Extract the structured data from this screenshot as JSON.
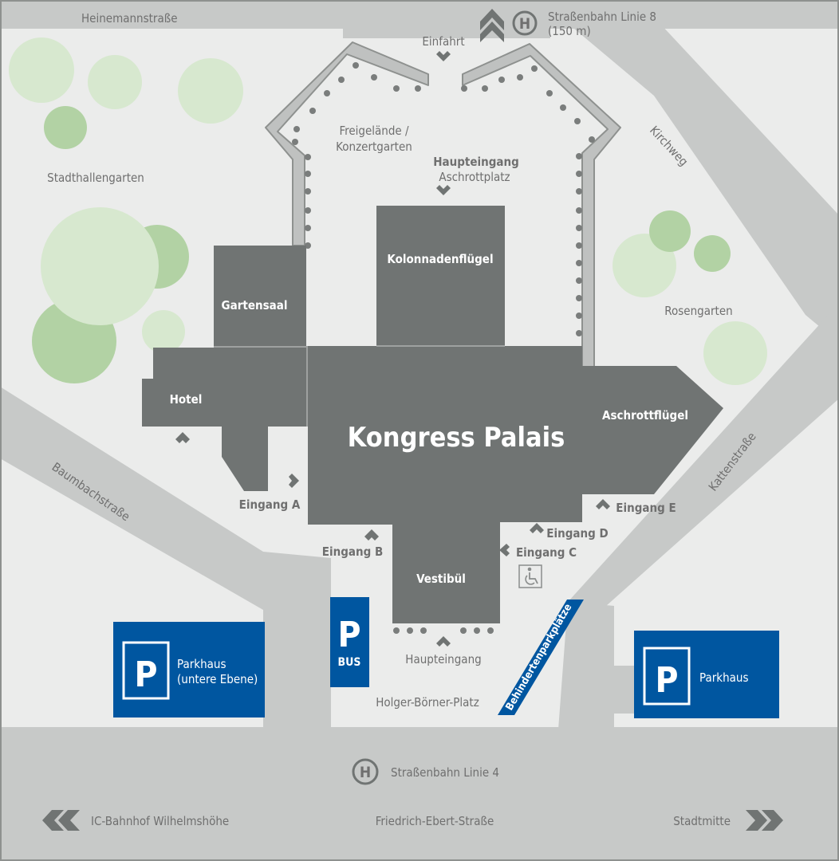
{
  "colors": {
    "background": "#ebeceb",
    "road": "#c7c9c8",
    "building": "#707473",
    "tree_light": "#d7e8cf",
    "tree_dark": "#b2d2a4",
    "parking": "#0056a0",
    "text": "#6f6f6f",
    "wall": "#bfc1c0",
    "wall_edge": "#8e918f"
  },
  "streets": {
    "heinemann": "Heinemannstraße",
    "kirchweg": "Kirchweg",
    "baumbach": "Baumbachstraße",
    "katten": "Kattenstraße",
    "friedrich": "Friedrich-Ebert-Straße"
  },
  "tram_top": {
    "symbol": "H",
    "line1": "Straßenbahn Linie 8",
    "line2": "(150 m)"
  },
  "tram_bottom": {
    "symbol": "H",
    "label": "Straßenbahn Linie 4"
  },
  "directions": {
    "left": "IC-Bahnhof Wilhelmshöhe",
    "right": "Stadtmitte"
  },
  "areas": {
    "einfahrt": "Einfahrt",
    "freigelaende_1": "Freigelände /",
    "freigelaende_2": "Konzertgarten",
    "haupteingang_top": "Haupteingang",
    "aschrottplatz": "Aschrottplatz",
    "stadthallengarten": "Stadthallengarten",
    "rosengarten": "Rosengarten",
    "holger": "Holger-Börner-Platz",
    "haupteingang_bottom": "Haupteingang"
  },
  "buildings": {
    "kolonnaden": "Kolonnadenflügel",
    "gartensaal": "Gartensaal",
    "hotel": "Hotel",
    "main": "Kongress Palais",
    "aschrott": "Aschrottflügel",
    "vestibuel": "Vestibül"
  },
  "entrances": {
    "a": "Eingang A",
    "b": "Eingang B",
    "c": "Eingang C",
    "d": "Eingang D",
    "e": "Eingang E"
  },
  "parking": {
    "symbol": "P",
    "left_1": "Parkhaus",
    "left_2": "(untere Ebene)",
    "bus": "BUS",
    "right": "Parkhaus",
    "disabled": "Behindertenparkplätze"
  },
  "icons": {
    "tram_top": "tram-stop-icon",
    "tram_bottom": "tram-stop-icon",
    "wheelchair": "wheelchair-icon",
    "arrow_left": "double-chevron-left-icon",
    "arrow_right": "double-chevron-right-icon",
    "arrow_up": "double-chevron-up-icon"
  }
}
